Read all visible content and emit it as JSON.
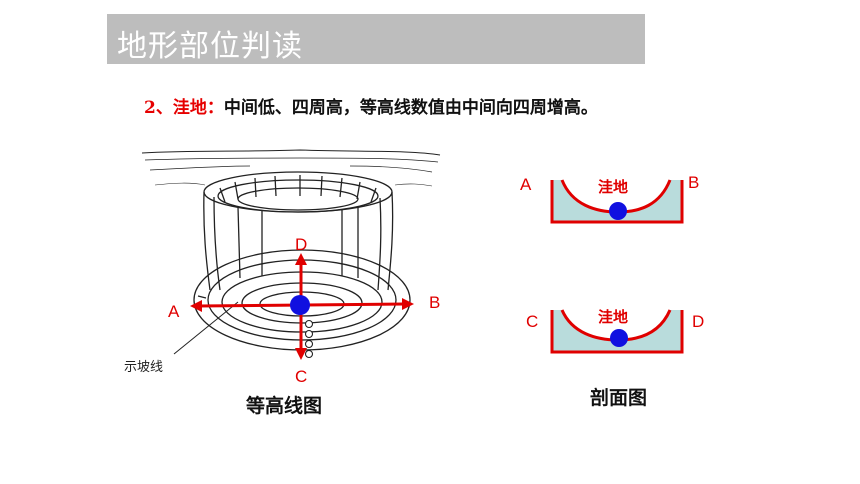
{
  "title": "地形部位判读",
  "intro": {
    "number": "2、",
    "term": "洼地：",
    "text": "中间低、四周高，等高线数值由中间向四周增高。"
  },
  "contour_figure": {
    "caption": "等高线图",
    "slope_note": "示坡线",
    "labels": {
      "a": "A",
      "b": "B",
      "c": "C",
      "d": "D"
    }
  },
  "section_figure": {
    "caption": "剖面图",
    "top": {
      "left": "A",
      "right": "B",
      "name": "洼地"
    },
    "bottom": {
      "left": "C",
      "right": "D",
      "name": "洼地"
    }
  },
  "colors": {
    "accent_red": "#e00000",
    "water": "#b9dcdc",
    "point_blue": "#1010e0",
    "title_bg": "#bdbdbd"
  }
}
